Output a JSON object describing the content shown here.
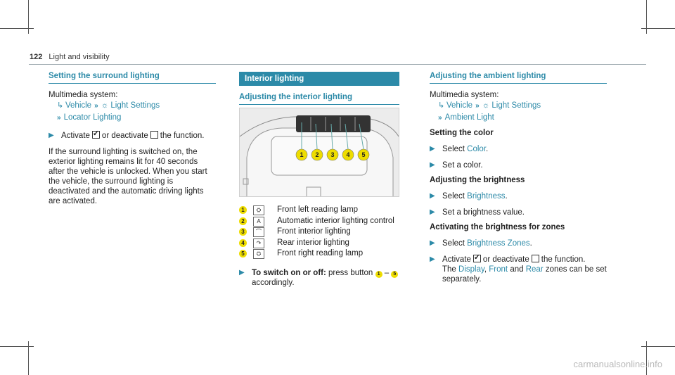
{
  "header": {
    "page_number": "122",
    "title": "Light and visibility"
  },
  "col1": {
    "title": "Setting the surround lighting",
    "system": "Multimedia system:",
    "path1_a": "Vehicle",
    "path1_b": "Light Settings",
    "path2": "Locator Lighting",
    "step_pre": "Activate",
    "step_mid": "or deactivate",
    "step_post": "the function.",
    "body": "If the surround lighting is switched on, the exterior lighting remains lit for 40 seconds after the vehicle is unlocked. When you start the vehicle, the surround lighting is deactivated and the automatic driving lights are activated."
  },
  "col2": {
    "bar_title": "Interior lighting",
    "title": "Adjusting the interior lighting",
    "legend": [
      {
        "n": "1",
        "sym": "⛭",
        "text": "Front left reading lamp"
      },
      {
        "n": "2",
        "sym": "A",
        "text": "Automatic interior lighting control"
      },
      {
        "n": "3",
        "sym": "⌒",
        "text": "Front interior lighting"
      },
      {
        "n": "4",
        "sym": "↷",
        "text": "Rear interior lighting"
      },
      {
        "n": "5",
        "sym": "⛭",
        "text": "Front right reading lamp"
      }
    ],
    "switch_label": "To switch on or off:",
    "switch_text": "press button",
    "switch_from": "1",
    "switch_dash": "–",
    "switch_to": "5",
    "switch_end": "accordingly."
  },
  "col3": {
    "title": "Adjusting the ambient lighting",
    "system": "Multimedia system:",
    "path1_a": "Vehicle",
    "path1_b": "Light Settings",
    "path2": "Ambient Light",
    "h_color": "Setting the color",
    "select": "Select",
    "color": "Color",
    "set_color": "Set a color.",
    "h_brightness": "Adjusting the brightness",
    "brightness": "Brightness",
    "set_brightness": "Set a brightness value.",
    "h_zones": "Activating the brightness for zones",
    "zones": "Brightness Zones",
    "act_pre": "Activate",
    "act_mid": "or deactivate",
    "act_post": "the function.",
    "the": "The",
    "display": "Display",
    "front": "Front",
    "and": "and",
    "rear": "Rear",
    "zones_end": "zones can be set separately."
  },
  "watermark": "carmanualsonline.info"
}
